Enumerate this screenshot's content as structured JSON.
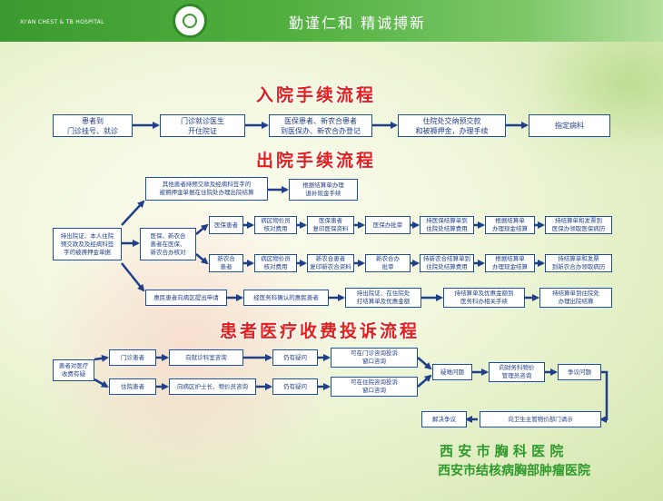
{
  "header": {
    "hospital_en": "XI'AN CHEST & TB HOSPITAL",
    "motto": "勤谨仁和  精诚搏新"
  },
  "admission": {
    "title": "入院手续流程",
    "steps": [
      "患者到\n门诊挂号、就诊",
      "门诊就诊医生\n开住院证",
      "医保患者、新农合患者\n到医保办、新农合办登记",
      "住院处交纳预交款\n和被褥押金，办理手续",
      "指定病科"
    ]
  },
  "discharge": {
    "title": "出院手续流程",
    "start": "持出院证、本人住院\n预交款及及经病科签\n字的被褥押金单据",
    "other": [
      "其他患者持预交款及经病科签字的\n被褥押金单据在住院处办理出院结算",
      "根据结算单办理\n退补现金手续"
    ],
    "insured_branch": "医保、新农合\n患者在医保、\n新农合办核对",
    "medical_row": [
      "医保患者",
      "病区物价员\n核对费用",
      "医保患者\n复印医保资料",
      "医保办批审",
      "持医保结算单到\n住院处结算费用",
      "根据结算单\n办理现金结算",
      "持结算单和发票到\n医保办领取医保病历"
    ],
    "coop_row": [
      "新农合\n患者",
      "病区物价员\n核对费用",
      "新农合患者\n复印新农合资料",
      "新农合办\n批审",
      "持新农合结算单到\n住院处结算费用",
      "根据结算单\n办理现金结算",
      "持结算单和发票\n到新农合办领取病历"
    ],
    "poor_row": [
      "惠民患者向病区提出申请",
      "经医务科确认的惠民患者",
      "持出院证、在住院处\n打结算单及优惠金额",
      "持结算单及优惠金额到\n医务科办相关手续",
      "持结算单到住院处\n办理出院结算"
    ]
  },
  "complaint": {
    "title": "患者医疗收费投诉流程",
    "start": "患者对医疗\n收费有疑",
    "outpatient_row": [
      "门诊患者",
      "向就诊科室咨询",
      "仍有疑问",
      "可在门诊咨询投诉\n窗口咨询"
    ],
    "inpatient_row": [
      "住院患者",
      "向病区护士长、物价员咨询",
      "仍有疑问",
      "可在住院咨询投诉\n窗口咨询"
    ],
    "merge_row": [
      "疑难问题",
      "向财务科物价\n管理员咨询",
      "争议问题"
    ],
    "final_row": [
      "向卫生主管物价部门请示",
      "解决争议"
    ]
  },
  "footer": {
    "hospital_cn": "西 安 市 胸 科 医 院",
    "hospital_cn2": "西安市结核病胸部肿瘤医院"
  }
}
